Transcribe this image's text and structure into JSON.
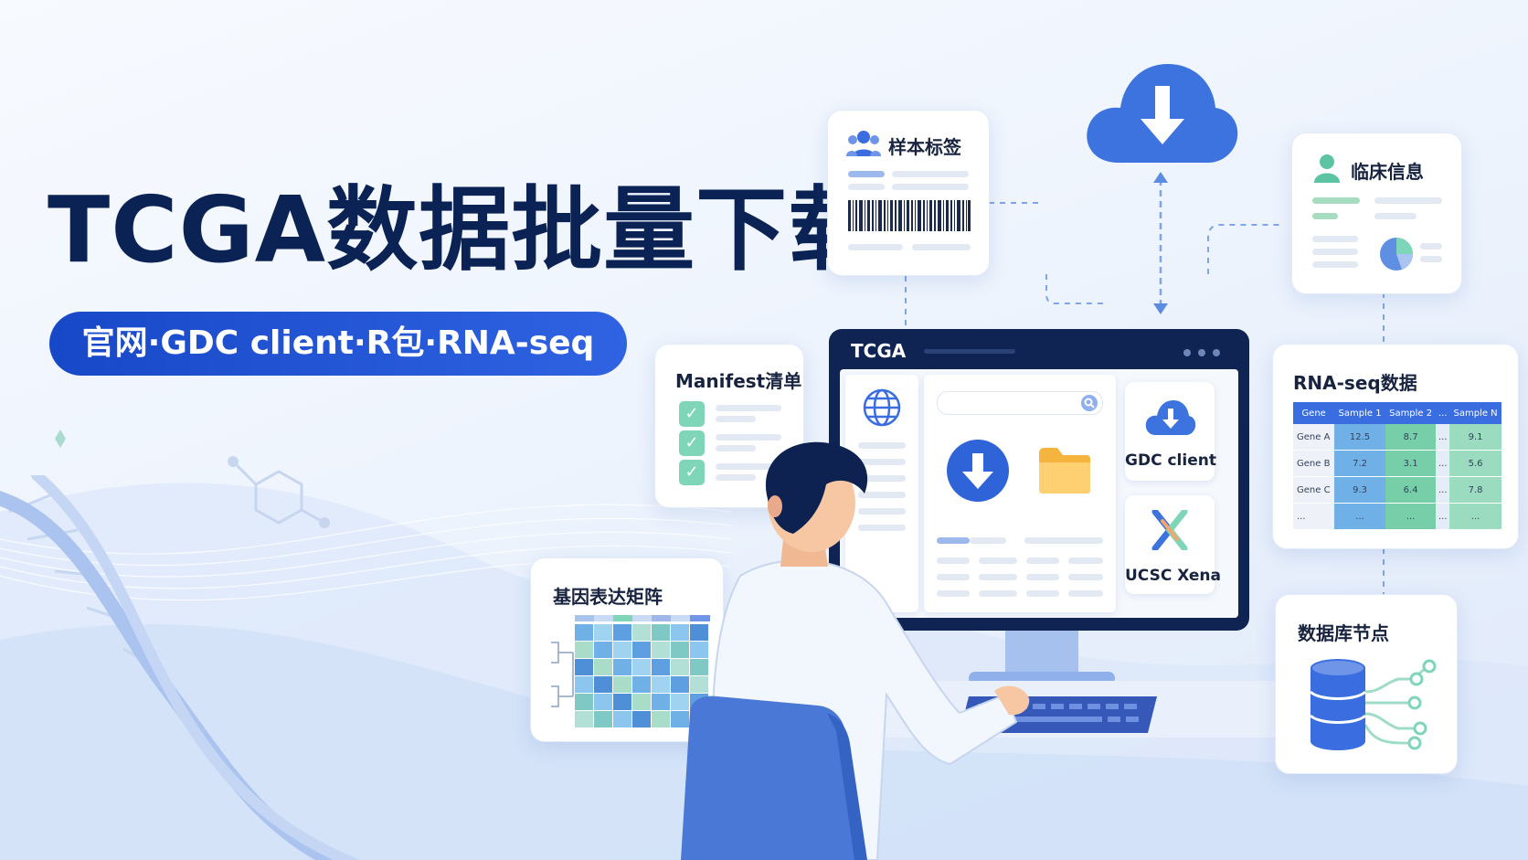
{
  "title": "TCGA数据批量下载",
  "subtitle": "官网·GDC client·R包·RNA-seq",
  "cards": {
    "sample_labels": "样本标签",
    "clinical_info": "临床信息",
    "manifest": "Manifest清单",
    "rnaseq": "RNA-seq数据",
    "expression_matrix": "基因表达矩阵",
    "database_nodes": "数据库节点"
  },
  "rnaseq_table": {
    "headers": [
      "Gene",
      "Sample 1",
      "Sample 2",
      "...",
      "Sample N"
    ],
    "rows": [
      [
        "Gene A",
        "12.5",
        "8.7",
        "...",
        "9.1"
      ],
      [
        "Gene B",
        "7.2",
        "3.1",
        "...",
        "5.6"
      ],
      [
        "Gene C",
        "9.3",
        "6.4",
        "...",
        "7.8"
      ],
      [
        "...",
        "...",
        "...",
        "...",
        "..."
      ]
    ]
  },
  "monitor": {
    "brand": "TCGA",
    "tiles": [
      "GDC client",
      "UCSC Xena"
    ]
  },
  "colors": {
    "title": "#0b2254",
    "pill": "#1f52d2",
    "accent_blue": "#3a6de0",
    "accent_green": "#7fd5b8"
  },
  "icons": [
    "people-icon",
    "barcode-icon",
    "cloud-download-icon",
    "person-icon",
    "pie-chart-icon",
    "check-icon",
    "globe-icon",
    "search-icon",
    "download-icon",
    "folder-icon",
    "xena-icon",
    "database-icon",
    "dna-helix-icon"
  ]
}
